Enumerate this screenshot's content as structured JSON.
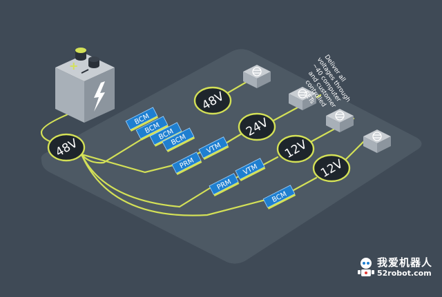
{
  "battery": {
    "voltage": "48V",
    "plus_symbol": "+"
  },
  "nodes": [
    {
      "key": "n48",
      "label": "48V"
    },
    {
      "key": "n24",
      "label": "24V"
    },
    {
      "key": "n12a",
      "label": "12V"
    },
    {
      "key": "n12b",
      "label": "12V"
    }
  ],
  "modules": {
    "bcm": "BCM",
    "prm": "PRM",
    "vtm": "VTM"
  },
  "caption": [
    "Deliver all",
    "voltages through",
    "~40 computer",
    "and customer",
    "controlled",
    "FETs"
  ],
  "watermark": {
    "chinese": "我爱机器人",
    "url": "52robot.com"
  },
  "colors": {
    "background": "#3f4a56",
    "board": "#4e5a66",
    "wire": "#d4e157",
    "module_blue": "#1f7fd0",
    "node_fill": "#1e252c"
  }
}
